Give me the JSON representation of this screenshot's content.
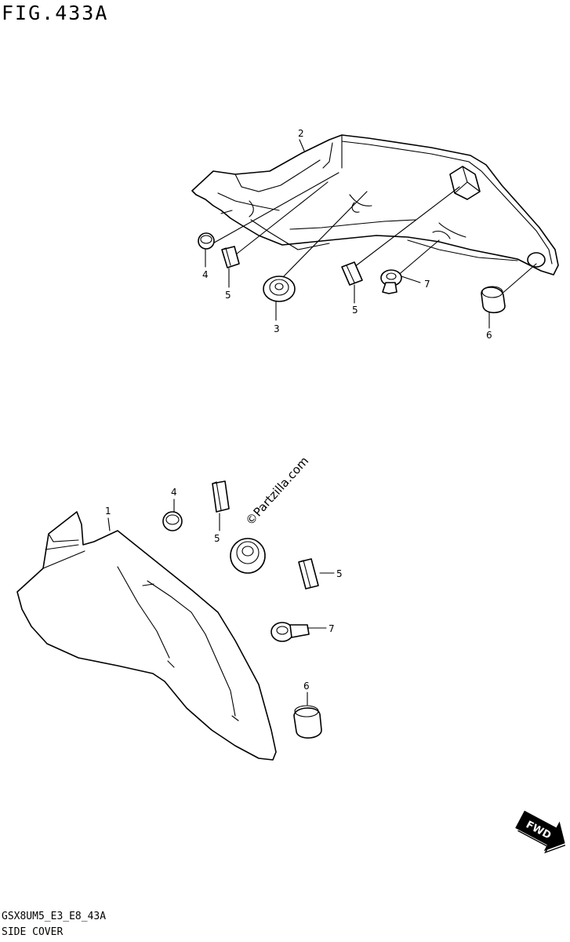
{
  "figure": {
    "title": "FIG.433A",
    "code": "GSX8UM5_E3_E8_43A",
    "name": "SIDE COVER"
  },
  "watermark": "©Partzilla.com",
  "fwd_label": "FWD",
  "callouts_top": {
    "c2": "2",
    "c4": "4",
    "c5a": "5",
    "c3": "3",
    "c5b": "5",
    "c7": "7",
    "c6": "6"
  },
  "callouts_bottom": {
    "c1": "1",
    "c4": "4",
    "c5a": "5",
    "c5b": "5",
    "c7": "7",
    "c6": "6"
  }
}
